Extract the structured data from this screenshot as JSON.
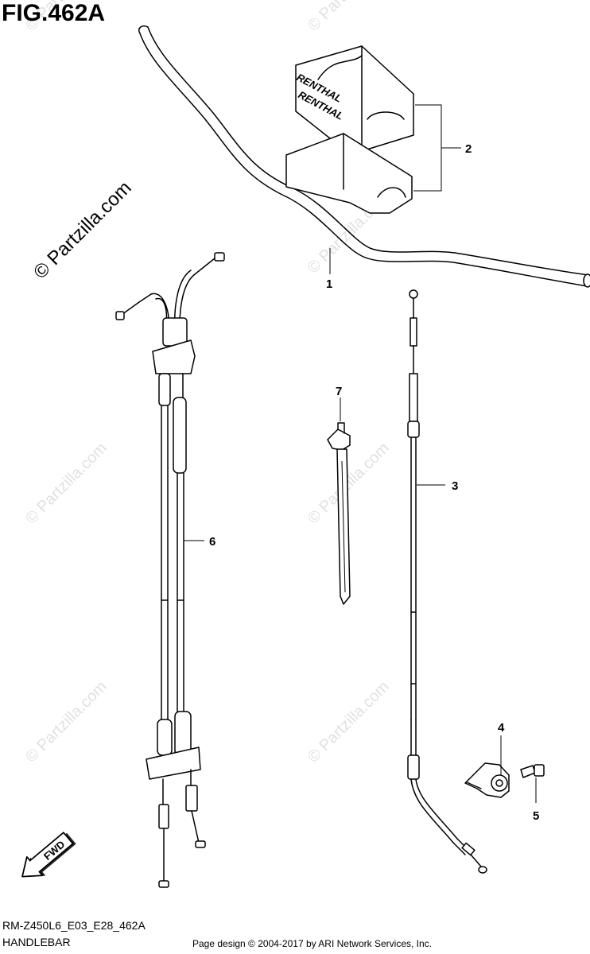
{
  "figure": {
    "title": "FIG.462A",
    "code": "RM-Z450L6_E03_E28_462A",
    "section": "HANDLEBAR",
    "copyright": "Page design © 2004-2017 by ARI Network Services, Inc."
  },
  "callouts": {
    "c1": "1",
    "c2": "2",
    "c3": "3",
    "c4": "4",
    "c5": "5",
    "c6": "6",
    "c7": "7"
  },
  "watermark": {
    "text": "© Partzilla.com"
  },
  "pad_logo": {
    "text": "RENTHAL"
  },
  "fwd_arrow": {
    "text": "FWD"
  }
}
